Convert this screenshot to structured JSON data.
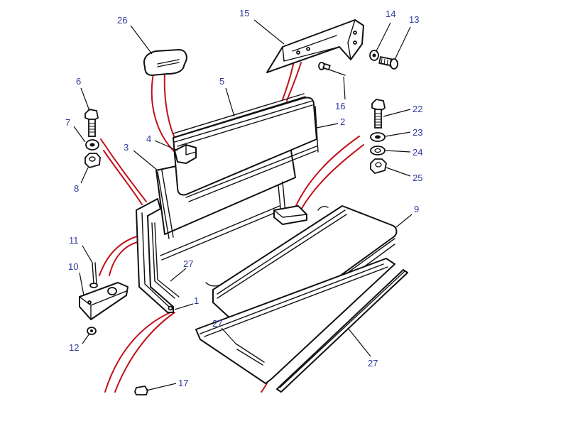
{
  "colors": {
    "callout_text": "#2f3a9b",
    "guide_line": "#c0121b",
    "outline": "#111111"
  },
  "callouts": {
    "c1": "1",
    "c2": "2",
    "c3": "3",
    "c4": "4",
    "c5": "5",
    "c6": "6",
    "c7": "7",
    "c8": "8",
    "c9": "9",
    "c10": "10",
    "c11": "11",
    "c12": "12",
    "c13": "13",
    "c14": "14",
    "c15": "15",
    "c16": "16",
    "c17": "17",
    "c22": "22",
    "c23": "23",
    "c24": "24",
    "c25": "25",
    "c26": "26",
    "c27a": "27",
    "c27b": "27",
    "c27c": "27"
  }
}
